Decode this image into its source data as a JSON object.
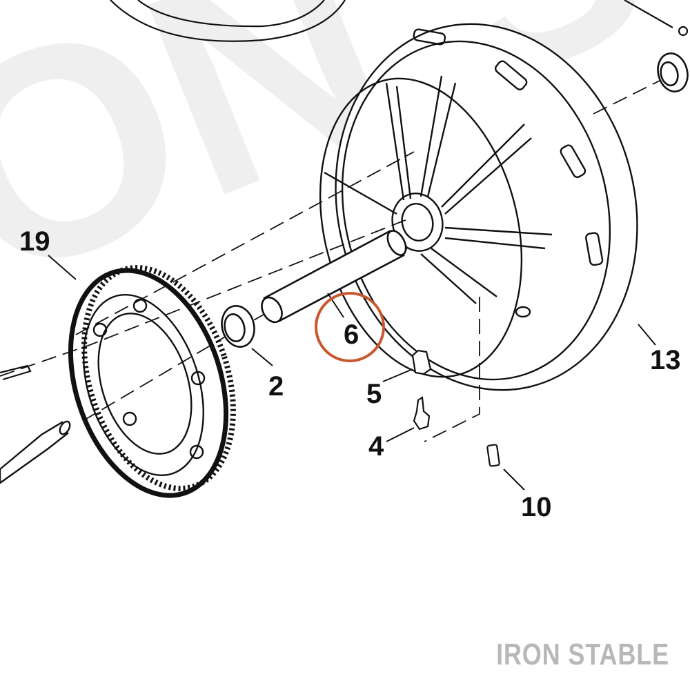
{
  "diagram": {
    "callouts": [
      {
        "id": "19",
        "label": "19"
      },
      {
        "id": "2",
        "label": "2"
      },
      {
        "id": "6",
        "label": "6",
        "highlighted": true
      },
      {
        "id": "5",
        "label": "5"
      },
      {
        "id": "4",
        "label": "4"
      },
      {
        "id": "13",
        "label": "13"
      },
      {
        "id": "10",
        "label": "10"
      }
    ],
    "highlight_color": "#c9572f",
    "line_color": "#111111"
  },
  "watermark": {
    "brand_text": "IRON STABLE",
    "background_text": "IRON ST",
    "color": "#bdbdbd"
  }
}
